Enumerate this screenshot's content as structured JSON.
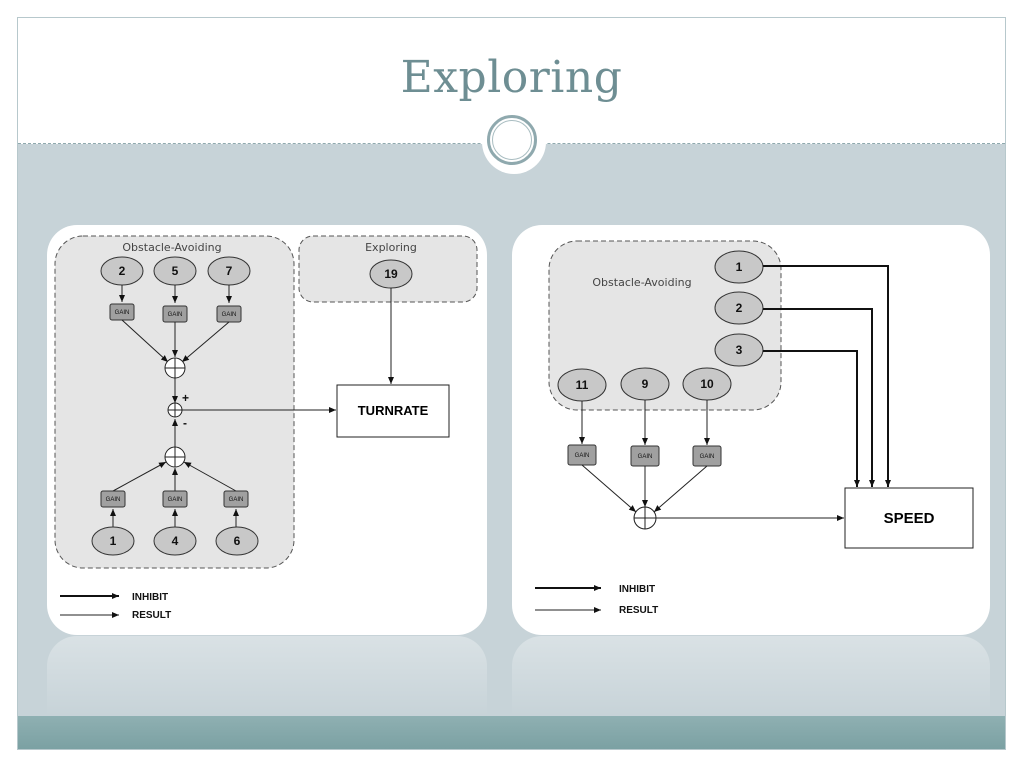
{
  "slide": {
    "title": "Exploring"
  },
  "left_diagram": {
    "group_label": "Obstacle-Avoiding",
    "top_nodes": [
      "2",
      "5",
      "7"
    ],
    "bottom_nodes": [
      "1",
      "4",
      "6"
    ],
    "gain_label": "GAIN",
    "exploring_label": "Exploring",
    "exploring_node": "19",
    "plus_sign": "+",
    "minus_sign": "-",
    "output": "TURNRATE"
  },
  "right_diagram": {
    "group_label": "Obstacle-Avoiding",
    "inhibit_nodes": [
      "1",
      "2",
      "3"
    ],
    "result_nodes": [
      "11",
      "9",
      "10"
    ],
    "gain_label": "GAIN",
    "output": "SPEED"
  },
  "legend": {
    "inhibit": "INHIBIT",
    "result": "RESULT"
  },
  "colors": {
    "title": "#6e8e93",
    "background": "#c7d3d8",
    "node_fill": "#c8c8c8",
    "gain_fill": "#a0a0a0",
    "group_fill": "#e5e5e5",
    "bottom_band": "#7aa0a2"
  }
}
